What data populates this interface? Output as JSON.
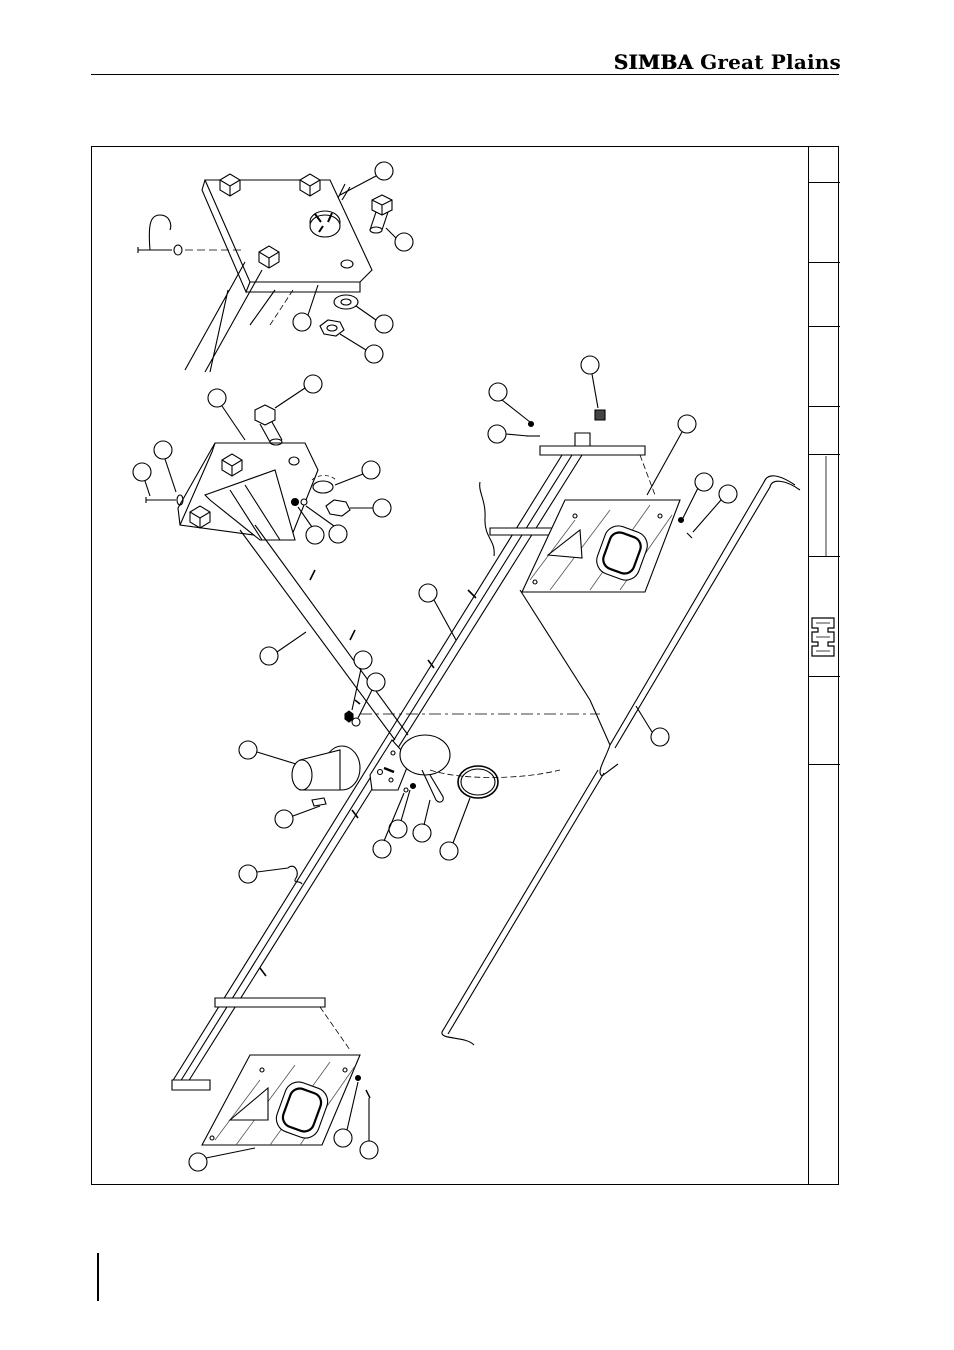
{
  "header": {
    "brand_strong": "SIMBA",
    "brand_rest": " Great Plains"
  },
  "drawing": {
    "type": "exploded-parts-diagram",
    "balloon_count": 40,
    "balloon_labels": []
  },
  "colors": {
    "ink": "#000000",
    "paper": "#ffffff",
    "hatch": "#555555"
  }
}
